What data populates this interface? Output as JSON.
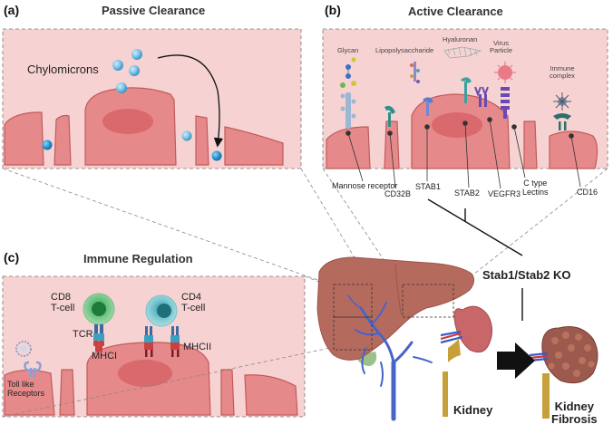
{
  "panels": {
    "a": {
      "letter": "(a)",
      "title": "Passive Clearance",
      "chylomicrons": "Chylomicrons"
    },
    "b": {
      "letter": "(b)",
      "title": "Active Clearance",
      "ligands": {
        "glycan": "Glycan",
        "lipopolysaccharide": "Lipopolysaccharide",
        "hyaluronan": "Hyaluronan",
        "virus_particle": "Virus\nParticle",
        "immune_complex": "Immune\ncomplex"
      },
      "receptors": {
        "mannose": "Mannose receptor",
        "cd32b": "CD32B",
        "stab1": "STAB1",
        "stab2": "STAB2",
        "vegfr3": "VEGFR3",
        "ctype": "C type\nLectins",
        "cd16": "CD16"
      }
    },
    "c": {
      "letter": "(c)",
      "title": "Immune Regulation",
      "cd8": "CD8\nT-cell",
      "cd4": "CD4\nT-cell",
      "tcr": "TCR",
      "mhci": "MHCI",
      "mhcii": "MHCII",
      "toll": "Toll like\nReceptors"
    }
  },
  "main": {
    "stab_ko": "Stab1/Stab2 KO",
    "kidney": "Kidney",
    "kidney_fibrosis": "Kidney\nFibrosis"
  },
  "colors": {
    "panel_fill": "#f6d3d2",
    "cell_fill": "#e6898a",
    "cell_stroke": "#c25a5a",
    "nucleus": "#d9696d",
    "liver": "#b56a5e",
    "liver_dark": "#9c5548",
    "vein": "#4a63c8",
    "sphere": "#58b4de"
  }
}
